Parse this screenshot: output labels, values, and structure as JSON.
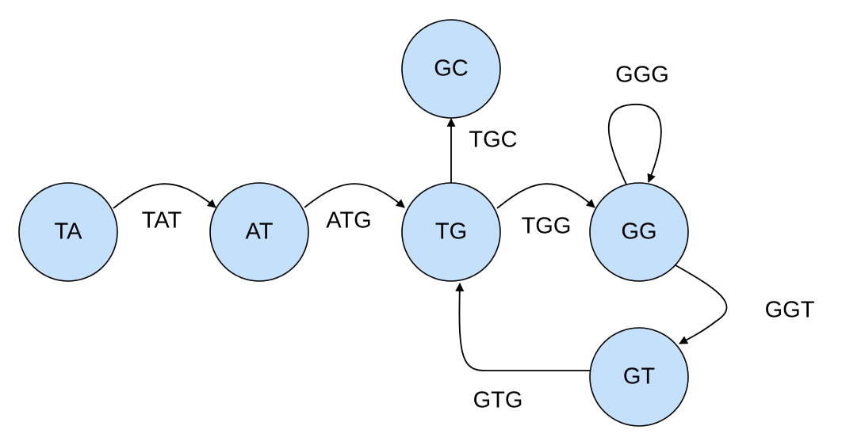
{
  "diagram": {
    "colors": {
      "node_fill": "#c5e0fb",
      "stroke": "#000000",
      "text": "#000000"
    },
    "nodes": [
      {
        "id": "TA",
        "label": "TA"
      },
      {
        "id": "AT",
        "label": "AT"
      },
      {
        "id": "TG",
        "label": "TG"
      },
      {
        "id": "GC",
        "label": "GC"
      },
      {
        "id": "GG",
        "label": "GG"
      },
      {
        "id": "GT",
        "label": "GT"
      }
    ],
    "edges": [
      {
        "from": "TA",
        "to": "AT",
        "label": "TAT"
      },
      {
        "from": "AT",
        "to": "TG",
        "label": "ATG"
      },
      {
        "from": "TG",
        "to": "GC",
        "label": "TGC"
      },
      {
        "from": "TG",
        "to": "GG",
        "label": "TGG"
      },
      {
        "from": "GG",
        "to": "GG",
        "label": "GGG"
      },
      {
        "from": "GG",
        "to": "GT",
        "label": "GGT"
      },
      {
        "from": "GT",
        "to": "TG",
        "label": "GTG"
      }
    ]
  }
}
